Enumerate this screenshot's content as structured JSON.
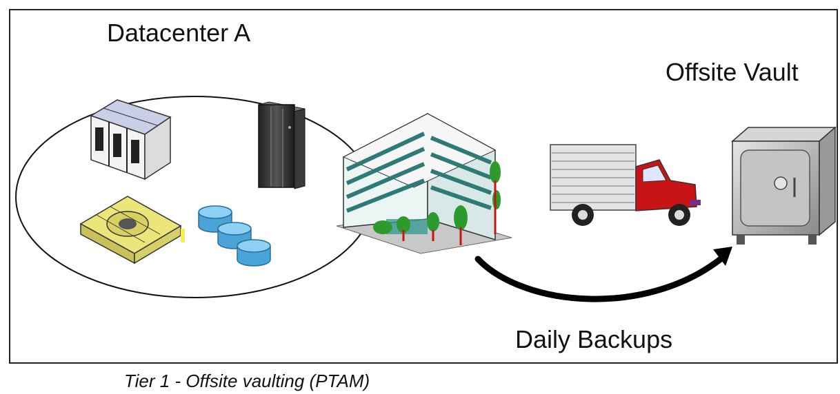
{
  "diagram": {
    "datacenter_label": "Datacenter A",
    "vault_label": "Offsite Vault",
    "flow_label": "Daily Backups",
    "caption": "Tier 1 - Offsite vaulting (PTAM)"
  },
  "colors": {
    "frame": "#222222",
    "building_glass": "#3c9a96",
    "disk": "#5ab4e6",
    "truck_cab": "#c81414",
    "tape_drive": "#ece57a",
    "vault": "#b4b4b4"
  },
  "icons": [
    "mainframe-icon",
    "server-rack-icon",
    "tape-drive-icon",
    "disk-stack-icon",
    "office-building-icon",
    "delivery-truck-icon",
    "vault-safe-icon",
    "flow-arrow-icon"
  ]
}
